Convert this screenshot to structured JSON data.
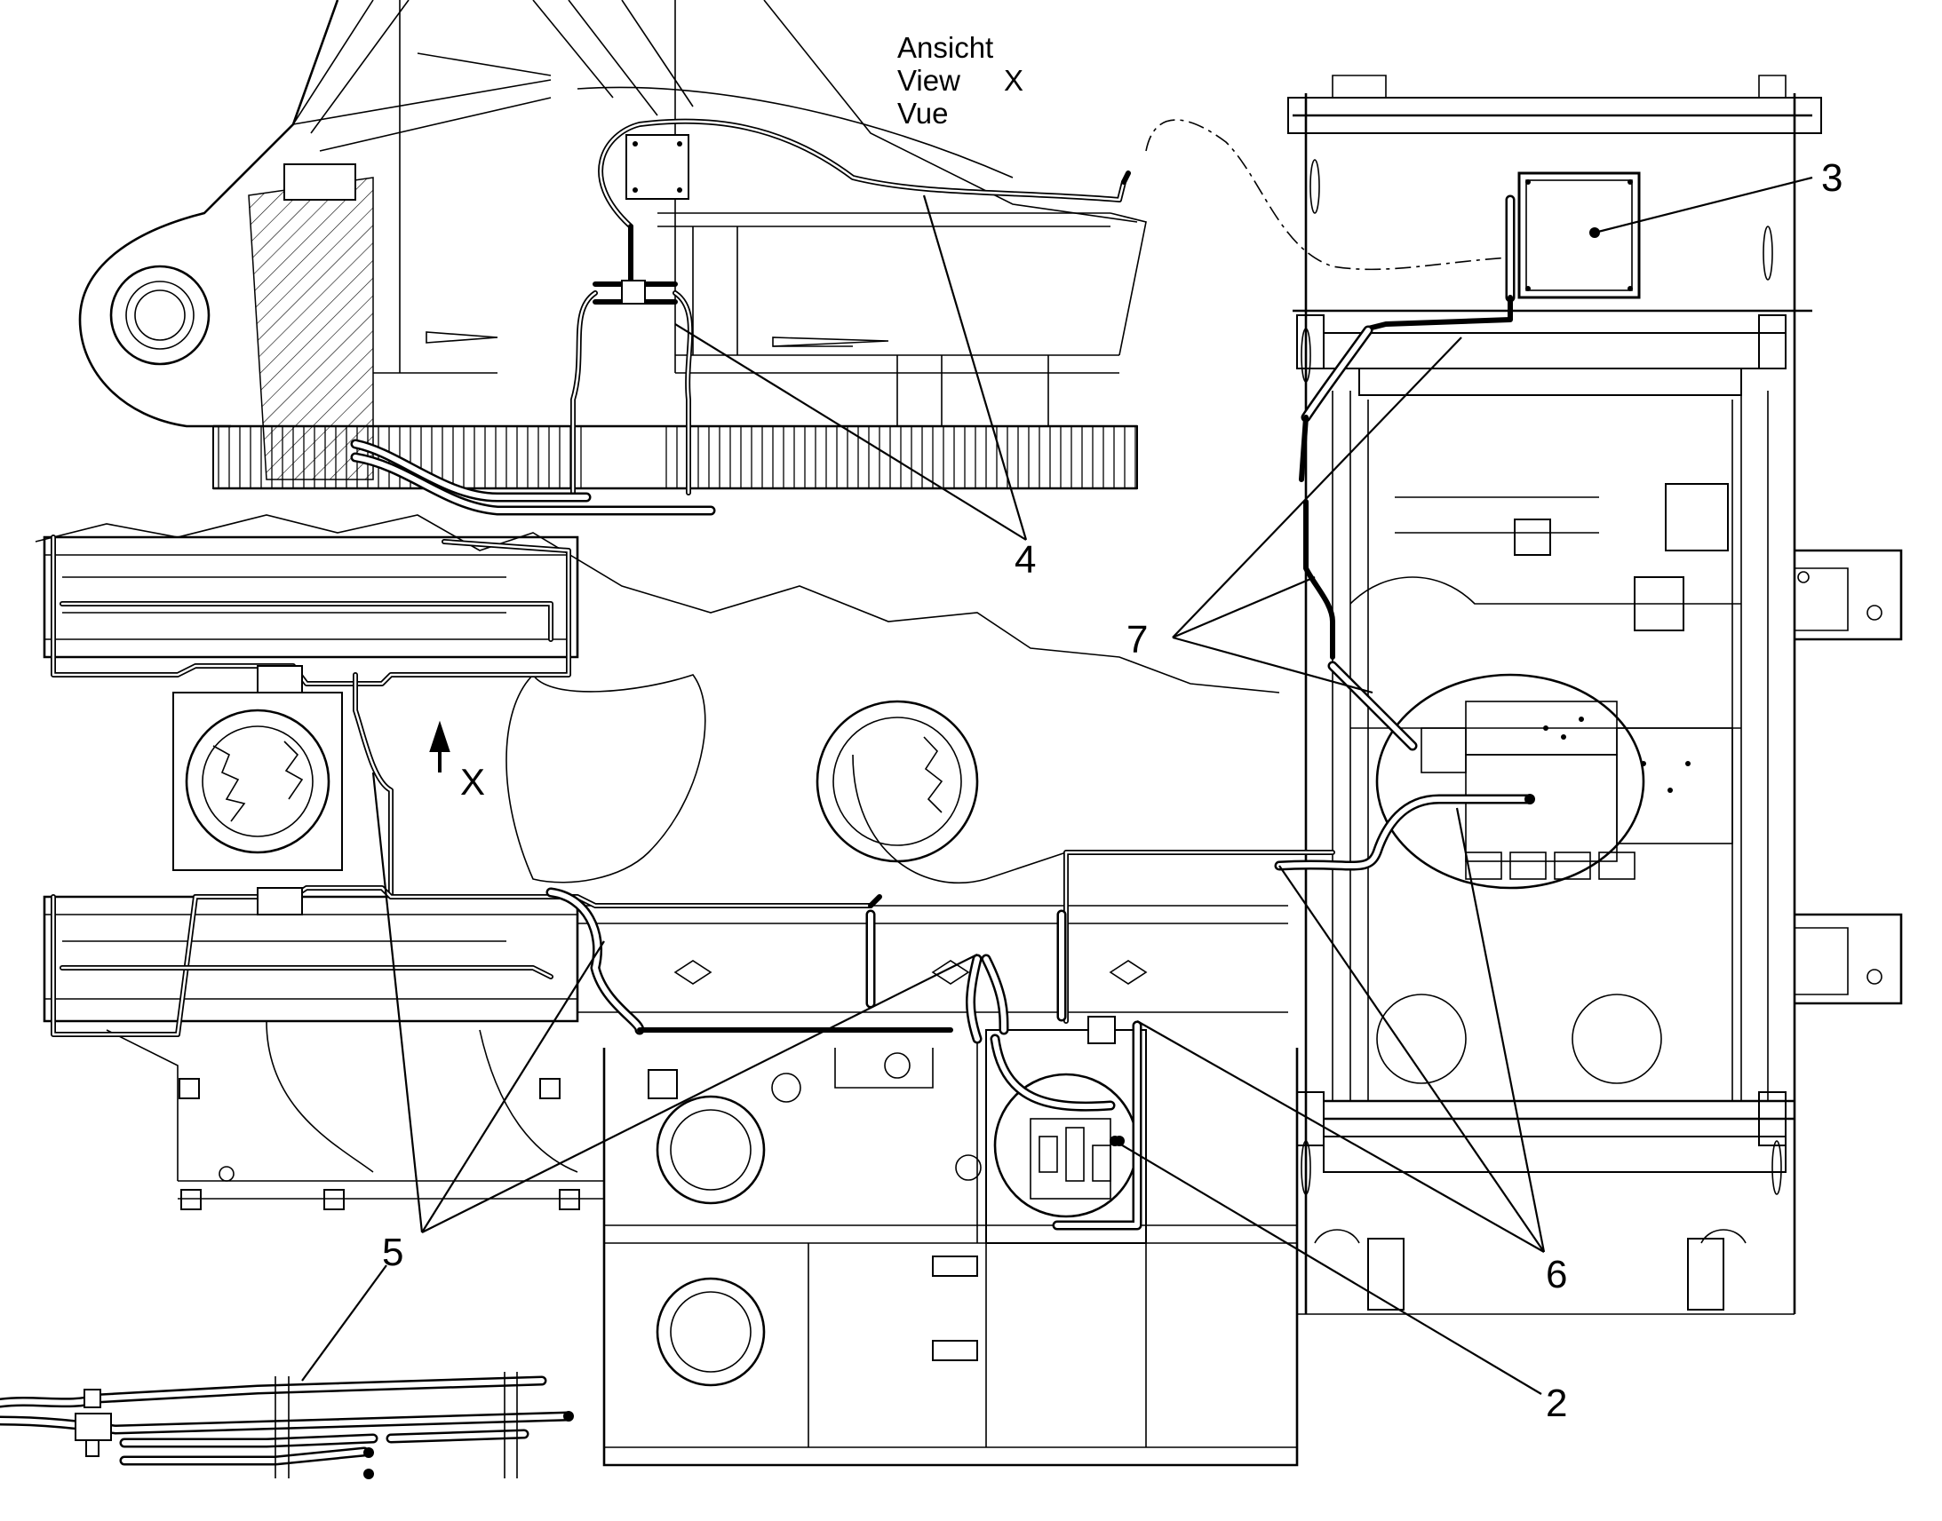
{
  "view_label": {
    "line1": "Ansicht",
    "line2": "View",
    "line3": "Vue",
    "letter": "X"
  },
  "arrow_label": "X",
  "callouts": [
    "2",
    "3",
    "4",
    "5",
    "6",
    "7"
  ],
  "icons": [
    "view-direction-arrow-icon",
    "leader-dot-icon"
  ]
}
